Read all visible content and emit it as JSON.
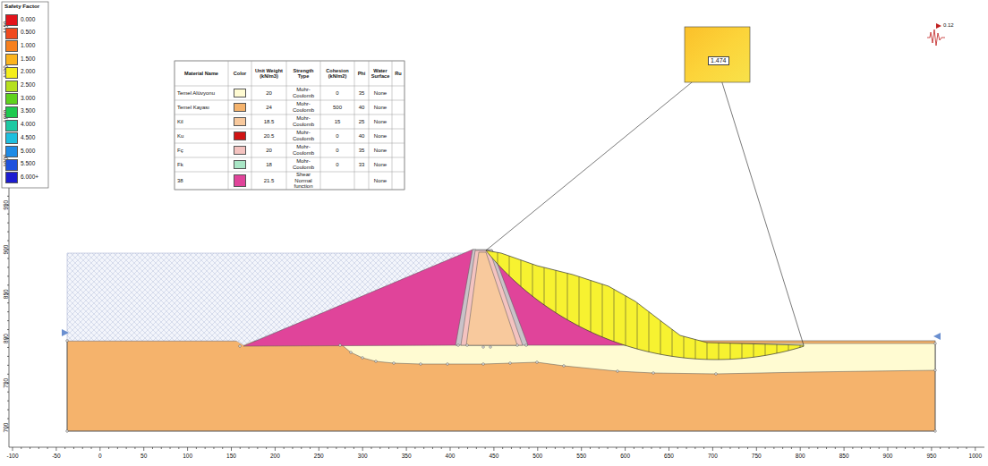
{
  "diagram": {
    "labels": [
      "Safety Factor",
      "Material Name",
      "Color",
      "Unit Weight (kN/m3)",
      "Strength Type",
      "Cohesion (kN/m2)",
      "Phi",
      "Water Surface",
      "Ru",
      "20",
      "Mohr-Coulomb",
      "0",
      "35",
      "None",
      "24",
      "Mohr-Coulomb",
      "500",
      "40",
      "None",
      "18.5",
      "Mohr-Coulomb",
      "15",
      "25",
      "None",
      "20.5",
      "Mohr-Coulomb",
      "0",
      "40",
      "None",
      "20",
      "Mohr-Coulomb",
      "0",
      "35",
      "None",
      "18",
      "Mohr-Coulomb",
      "0",
      "33",
      "None",
      "21.5",
      "Shear Normal function",
      "None",
      "1.474",
      "0.12",
      "-100",
      "-50",
      "0",
      "50",
      "100",
      "150",
      "200",
      "250",
      "300",
      "350",
      "400",
      "450",
      "500",
      "550",
      "600",
      "650",
      "700",
      "750",
      "800",
      "850",
      "900",
      "950",
      "1000",
      "700",
      "750",
      "800",
      "850",
      "900",
      "950",
      "1000",
      "1050",
      "1100",
      "1150"
    ],
    "legend": [
      {
        "text": "0.000",
        "color": "#e3141c"
      },
      {
        "text": "0.500",
        "color": "#f04a1e"
      },
      {
        "text": "1.000",
        "color": "#f7801e"
      },
      {
        "text": "1.500",
        "color": "#fbb41e"
      },
      {
        "text": "2.000",
        "color": "#f5ee1c"
      },
      {
        "text": "2.500",
        "color": "#b6e01e"
      },
      {
        "text": "3.000",
        "color": "#5fd21e"
      },
      {
        "text": "3.500",
        "color": "#1ec94f"
      },
      {
        "text": "4.000",
        "color": "#1ec9a3"
      },
      {
        "text": "4.500",
        "color": "#1ebfdf"
      },
      {
        "text": "5.000",
        "color": "#1e8be6"
      },
      {
        "text": "5.500",
        "color": "#1e52dd"
      },
      {
        "text": "6.000+",
        "color": "#1c1cd0"
      },
      {
        "text": "Temel Alüvyonu",
        "color": "#fffbd2"
      },
      {
        "text": "Temel Kayası",
        "color": "#f5b36c"
      },
      {
        "text": "Kil",
        "color": "#f8c99d"
      },
      {
        "text": "Ku",
        "color": "#d01414"
      },
      {
        "text": "Fç",
        "color": "#f4c3c0"
      },
      {
        "text": "Fk",
        "color": "#a9e6c6"
      },
      {
        "text": "38",
        "color": "#e0449a"
      }
    ]
  }
}
